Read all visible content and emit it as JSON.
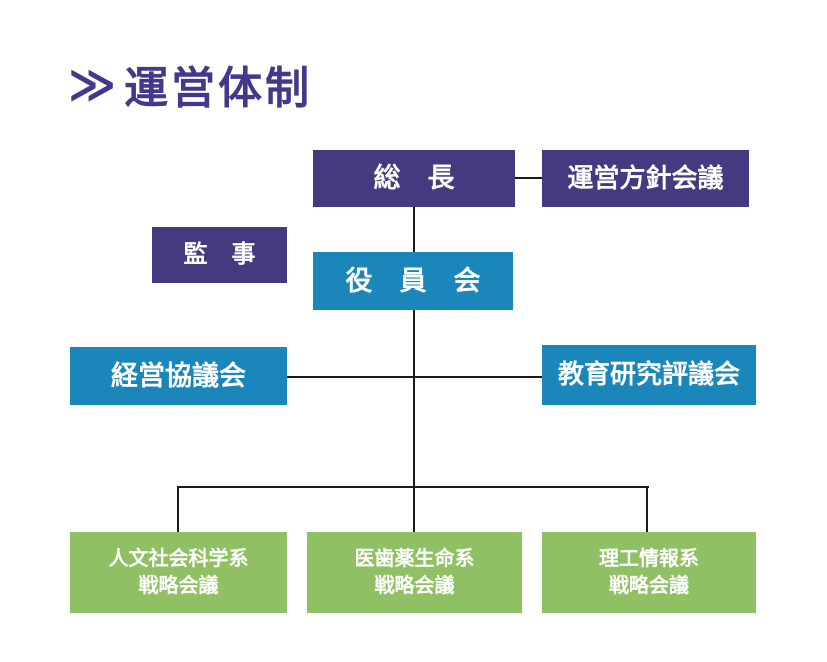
{
  "page": {
    "title_chevron": "≫",
    "title_text": "運営体制"
  },
  "colors": {
    "title_purple": "#44388a",
    "box_purple": "#453a80",
    "box_blue": "#1a86b9",
    "box_green": "#8fc164",
    "connector_line": "#1a1a1a",
    "box_text": "#ffffff",
    "background": "#ffffff"
  },
  "nodes": {
    "president": {
      "label": "総　長"
    },
    "policy_council": {
      "label": "運営方針会議"
    },
    "auditors": {
      "label": "監　事"
    },
    "board": {
      "label": "役　員　会"
    },
    "management_council": {
      "label": "経営協議会"
    },
    "edu_research_council": {
      "label": "教育研究評議会"
    },
    "humanities": {
      "label_line1": "人文社会科学系",
      "label_line2": "戦略会議"
    },
    "medical": {
      "label_line1": "医歯薬生命系",
      "label_line2": "戦略会議"
    },
    "scitech": {
      "label_line1": "理工情報系",
      "label_line2": "戦略会議"
    }
  }
}
